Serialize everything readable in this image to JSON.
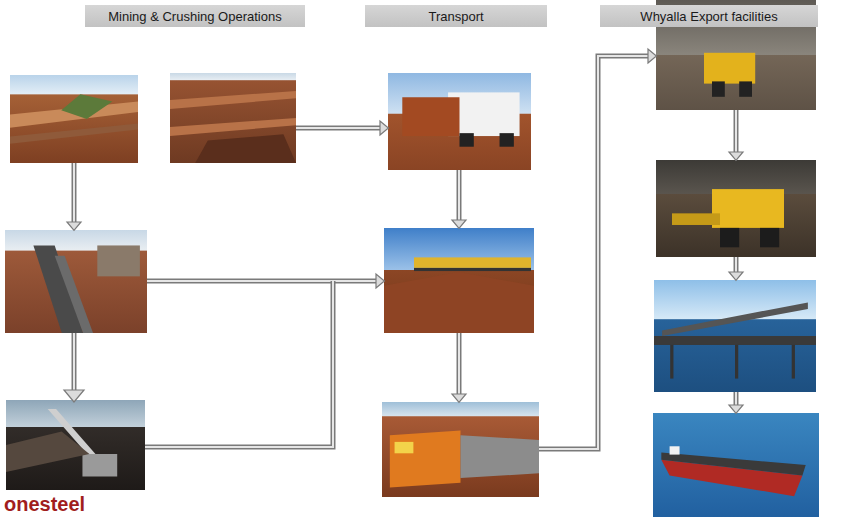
{
  "diagram": {
    "nodes": [
      {
        "text": [
          "Mining & Crushing Operations"
        ]
      },
      {
        "text": [
          "Transport"
        ]
      },
      {
        "text": [
          "Whyalla Export facilities"
        ]
      }
    ],
    "labels": [
      "onesteel"
    ]
  }
}
